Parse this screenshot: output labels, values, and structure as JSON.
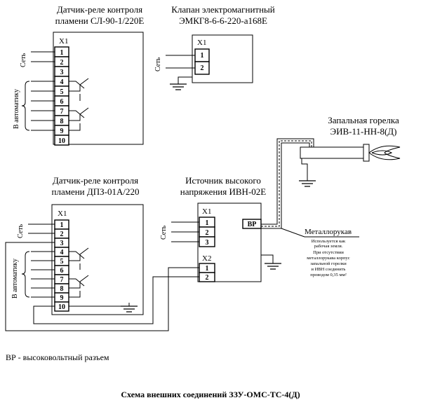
{
  "blocks": {
    "sl90": {
      "title_line1": "Датчик-реле контроля",
      "title_line2": "пламени СЛ-90-1/220Е",
      "connector": "X1",
      "pins": [
        "1",
        "2",
        "3",
        "4",
        "5",
        "6",
        "7",
        "8",
        "9",
        "10"
      ],
      "label_net": "Сеть",
      "label_auto": "В автоматику"
    },
    "valve": {
      "title_line1": "Клапан электромагнитный",
      "title_line2": "ЭМКГ8-6-6-220-а168Е",
      "connector": "X1",
      "pins": [
        "1",
        "2"
      ],
      "label_net": "Сеть"
    },
    "igniter": {
      "title_line1": "Запальная горелка",
      "title_line2": "ЭИВ-11-НН-8(Д)"
    },
    "dpz": {
      "title_line1": "Датчик-реле контроля",
      "title_line2": "пламени ДПЗ-01А/220",
      "connector": "X1",
      "pins": [
        "1",
        "2",
        "3",
        "4",
        "5",
        "6",
        "7",
        "8",
        "9",
        "10"
      ],
      "label_net": "Сеть",
      "label_auto": "В автоматику"
    },
    "ivn": {
      "title_line1": "Источник высокого",
      "title_line2": "напряжения ИВН-02Е",
      "connector1": "X1",
      "pins1": [
        "1",
        "2",
        "3"
      ],
      "connector2": "X2",
      "pins2": [
        "1",
        "2"
      ],
      "hv_label": "ВР",
      "label_net": "Сеть"
    }
  },
  "metal_hose": {
    "title": "Металлорукав",
    "note_lines": [
      "Используется как",
      "рабочая земля.",
      "При отсутствии",
      "металлорукава корпус",
      "запальной горелки",
      "и ИВН соединить",
      "проводом 0,35 мм²"
    ]
  },
  "legend": "ВР - высоковольтный разъем",
  "caption": "Схема внешних соединений ЗЗУ-ОМС-ТС-4(Д)"
}
